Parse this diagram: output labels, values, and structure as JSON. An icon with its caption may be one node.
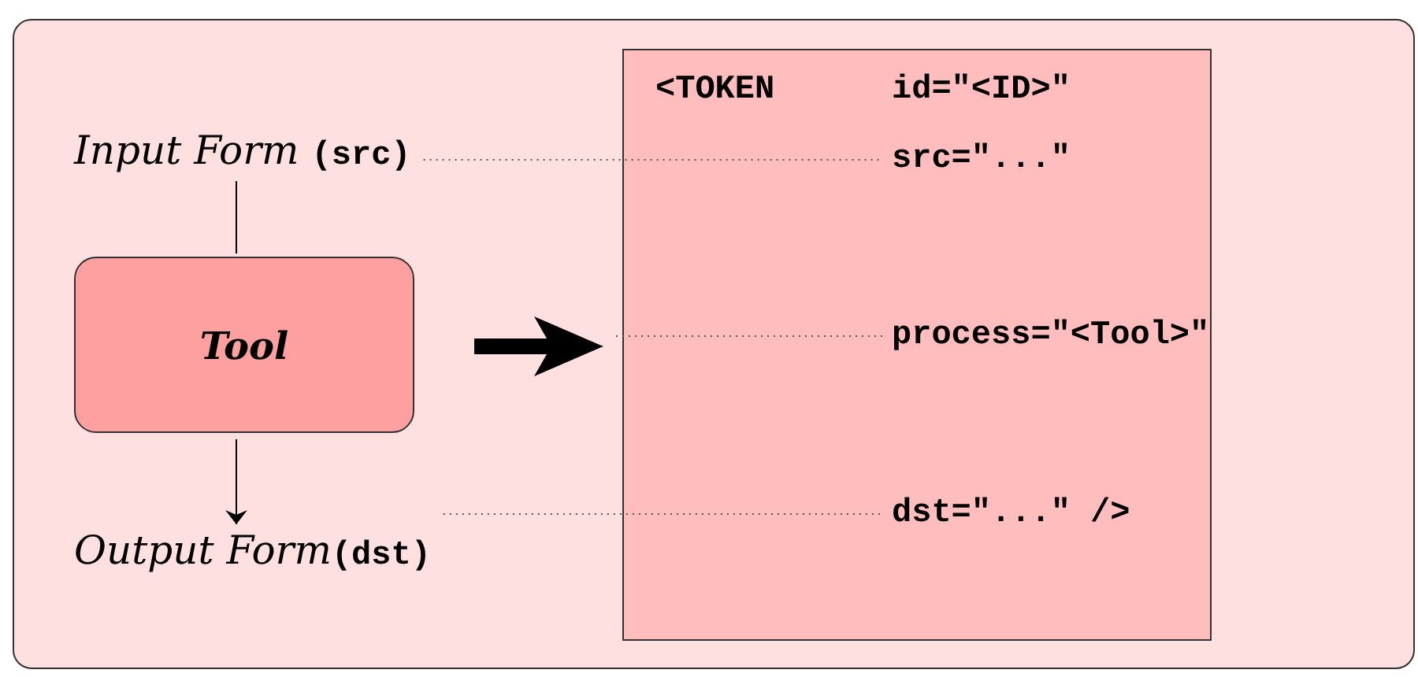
{
  "diagram": {
    "nodes": [
      {
        "text": [],
        "shape": "box"
      },
      {
        "text": [
          "Input Form",
          "(src)"
        ],
        "in": 0
      },
      {
        "text": [
          "Tool"
        ],
        "in": 0
      },
      {
        "text": [],
        "shape": "arrow",
        "in": 0
      },
      {
        "text": [
          "Output Form",
          "(dst)"
        ],
        "in": 0
      },
      {
        "text": [],
        "shape": "box",
        "in": 0
      },
      {
        "text": [
          "src=\"...\""
        ],
        "in": 5
      },
      {
        "text": [
          "process=\"<Tool>\""
        ],
        "in": 5
      },
      {
        "text": [
          "dst=\"...\" />"
        ],
        "in": 5
      }
    ],
    "edges": [
      {
        "from": 1,
        "to": 2,
        "arrow": "none"
      },
      {
        "from": 2,
        "to": 4,
        "arrow": "to"
      },
      {
        "from": 1,
        "to": 6,
        "arrow": "none",
        "style": "dashed"
      },
      {
        "from": 3,
        "to": 7,
        "arrow": "none",
        "style": "dashed"
      },
      {
        "from": 4,
        "to": 8,
        "arrow": "none",
        "style": "dashed"
      }
    ],
    "labels": [
      "<TOKEN",
      "id=\"<ID>\""
    ]
  }
}
